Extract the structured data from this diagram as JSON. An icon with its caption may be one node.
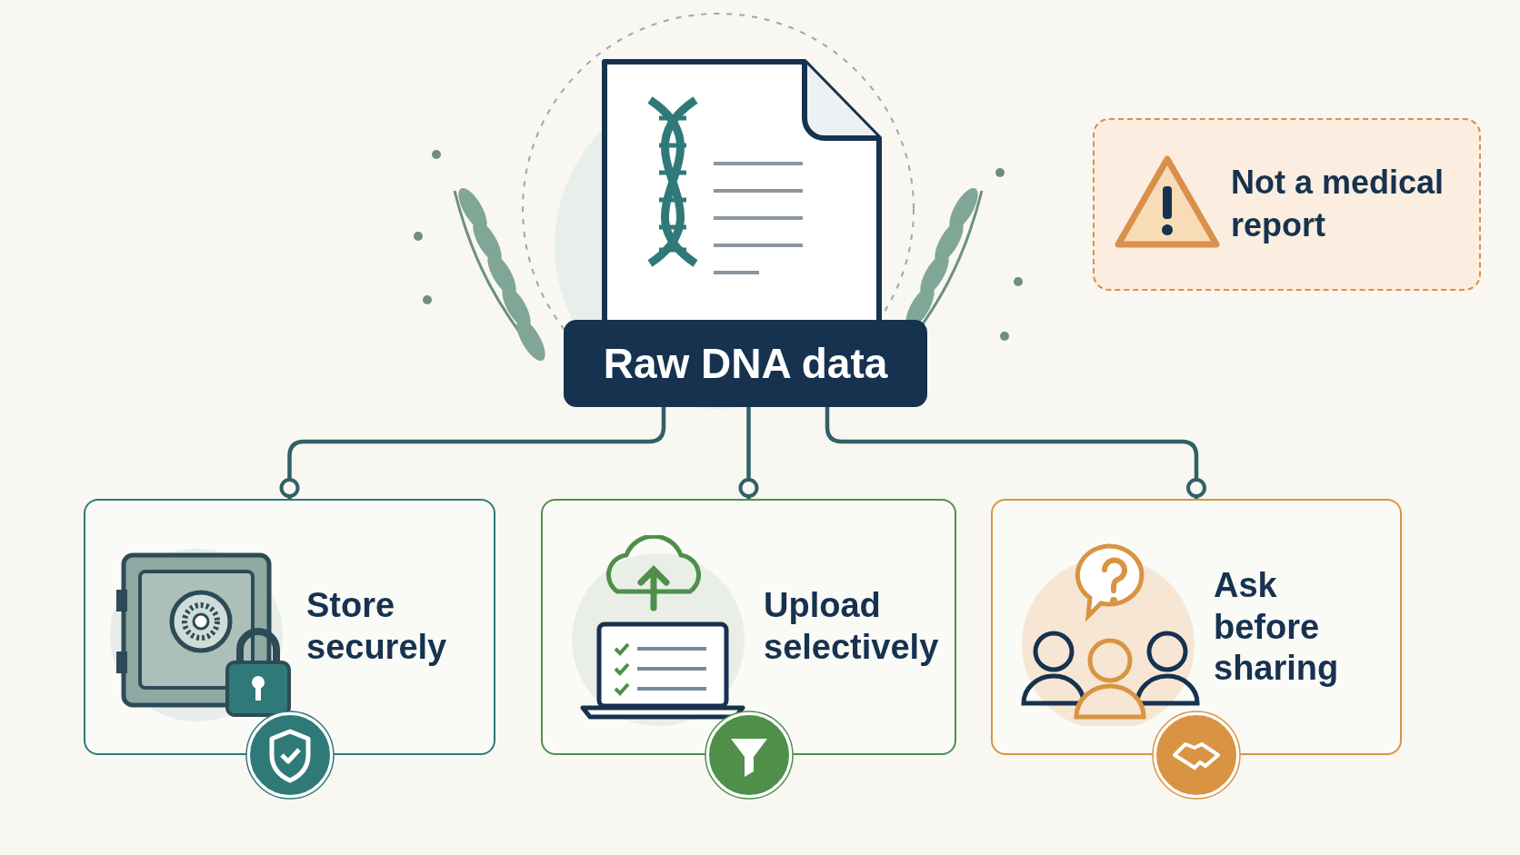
{
  "diagram": {
    "nodes": [
      {
        "text": [
          "Raw DNA data"
        ]
      },
      {
        "text": [
          "Store securely"
        ]
      },
      {
        "text": [
          "Upload selectively"
        ]
      },
      {
        "text": [
          "Ask before sharing"
        ]
      },
      {
        "text": [
          "Not a medical report"
        ]
      }
    ],
    "edges": [
      {
        "from": 0,
        "to": 1,
        "arrow": "other"
      },
      {
        "from": 0,
        "to": 2,
        "arrow": "other"
      },
      {
        "from": 0,
        "to": 3,
        "arrow": "other"
      }
    ]
  }
}
